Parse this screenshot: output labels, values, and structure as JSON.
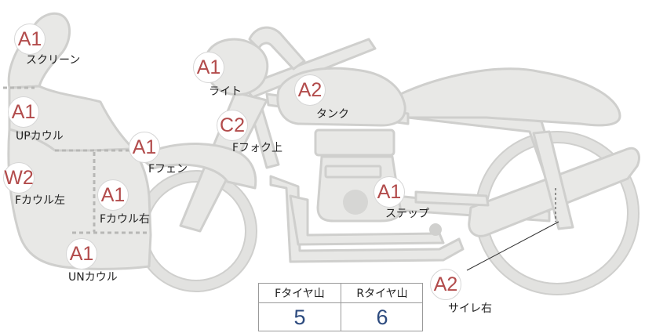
{
  "parts": [
    {
      "id": "screen",
      "grade": "A1",
      "label": "スクリーン"
    },
    {
      "id": "up-cowl",
      "grade": "A1",
      "label": "UPカウル"
    },
    {
      "id": "f-cowl-left",
      "grade": "W2",
      "label": "Fカウル左"
    },
    {
      "id": "f-cowl-right",
      "grade": "A1",
      "label": "Fカウル右"
    },
    {
      "id": "un-cowl",
      "grade": "A1",
      "label": "UNカウル"
    },
    {
      "id": "f-fender",
      "grade": "A1",
      "label": "Fフェン"
    },
    {
      "id": "light",
      "grade": "A1",
      "label": "ライト"
    },
    {
      "id": "f-fork-upper",
      "grade": "C2",
      "label": "Fフォク上"
    },
    {
      "id": "tank",
      "grade": "A2",
      "label": "タンク"
    },
    {
      "id": "step",
      "grade": "A1",
      "label": "ステップ"
    },
    {
      "id": "silencer-right",
      "grade": "A2",
      "label": "サイレ右"
    }
  ],
  "tire_tread": {
    "front_header": "Fタイヤ山",
    "rear_header": "Rタイヤ山",
    "front_value": "5",
    "rear_value": "6"
  },
  "colors": {
    "bike_fill": "#e8e8e6",
    "bike_outline": "#cfcfcd",
    "grade_text": "#b24b4b",
    "value_text": "#2c4a7e"
  }
}
